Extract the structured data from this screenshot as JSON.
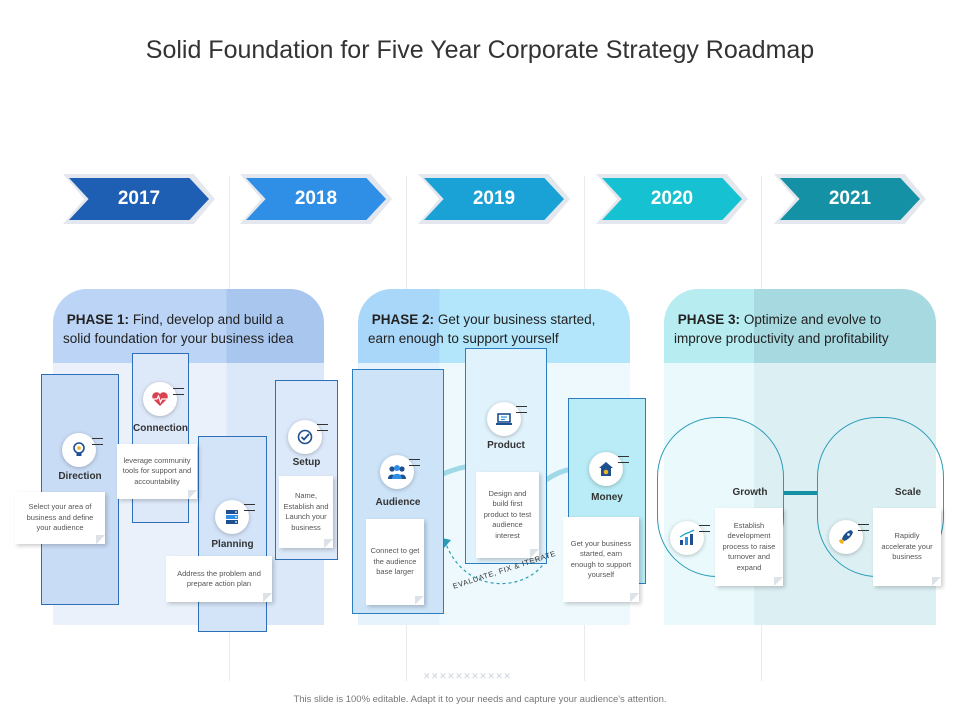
{
  "title": "Solid Foundation for Five Year Corporate Strategy Roadmap",
  "years": [
    "2017",
    "2018",
    "2019",
    "2020",
    "2021"
  ],
  "year_colors": [
    "#1e5fb4",
    "#2f8ee5",
    "#1aa2d6",
    "#16c2d2",
    "#1591a5"
  ],
  "phases": [
    {
      "label": "PHASE 1:",
      "line1": "Find, develop and build a",
      "line2": "solid foundation for your business idea"
    },
    {
      "label": "PHASE 2:",
      "line1": "Get your business started,",
      "line2": "earn enough to support yourself"
    },
    {
      "label": "PHASE 3:",
      "line1": "Optimize and evolve to",
      "line2": "improve productivity and profitability"
    }
  ],
  "steps": {
    "direction": {
      "label": "Direction",
      "note": "Select your area of business and define your audience"
    },
    "connection": {
      "label": "Connection",
      "note": "leverage community tools for support and accountability"
    },
    "planning": {
      "label": "Planning",
      "note": "Address the problem and prepare action plan"
    },
    "setup": {
      "label": "Setup",
      "note": "Name, Establish and Launch your business"
    },
    "audience": {
      "label": "Audience",
      "note": "Connect to get the audience base larger"
    },
    "product": {
      "label": "Product",
      "note": "Design and build first product to test audience interest"
    },
    "money": {
      "label": "Money",
      "note": "Get your business started, earn enough to support yourself"
    },
    "growth": {
      "label": "Growth",
      "note": "Establish development process to raise turnover and expand"
    },
    "scale": {
      "label": "Scale",
      "note": "Rapidly accelerate your business"
    }
  },
  "evaluate_label": "EVALUATE, FIX & ITERATE",
  "footer": "This slide is 100% editable. Adapt it to your needs and capture your audience's attention."
}
